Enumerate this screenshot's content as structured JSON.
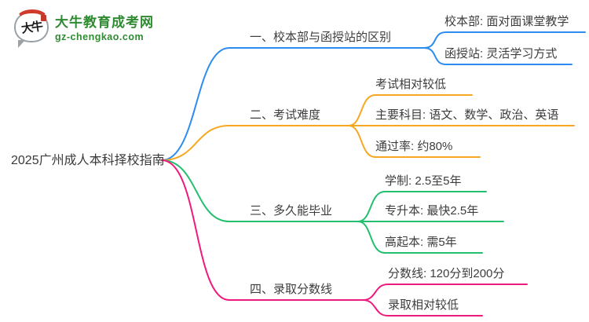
{
  "logo": {
    "icon_text": "大牛",
    "site_name": "大牛教育成考网",
    "site_domain": "gz-chengkao.com"
  },
  "root": {
    "title": "2025广州成人本科择校指南"
  },
  "colors": {
    "blue": "#2D8CF0",
    "orange": "#F7A823",
    "green": "#22C06E",
    "pink": "#F0197C",
    "logo_green": "#2E8B31",
    "text": "#3D3D3D"
  },
  "branches": [
    {
      "label": "一、校本部与函授站的区别",
      "color": "#2D8CF0",
      "children": [
        {
          "label": "校本部: 面对面课堂教学"
        },
        {
          "label": "函授站: 灵活学习方式"
        }
      ]
    },
    {
      "label": "二、考试难度",
      "color": "#F7A823",
      "children": [
        {
          "label": "考试相对较低"
        },
        {
          "label": "主要科目: 语文、数学、政治、英语"
        },
        {
          "label": "通过率: 约80%"
        }
      ]
    },
    {
      "label": "三、多久能毕业",
      "color": "#22C06E",
      "children": [
        {
          "label": "学制: 2.5至5年"
        },
        {
          "label": "专升本: 最快2.5年"
        },
        {
          "label": "高起本: 需5年"
        }
      ]
    },
    {
      "label": "四、录取分数线",
      "color": "#F0197C",
      "children": [
        {
          "label": "分数线: 120分到200分"
        },
        {
          "label": "录取相对较低"
        }
      ]
    }
  ]
}
